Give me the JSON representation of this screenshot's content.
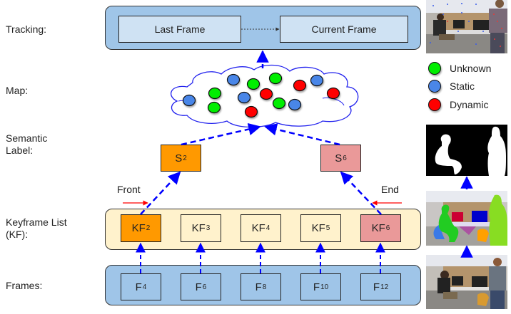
{
  "row_labels": {
    "tracking": "Tracking:",
    "map": "Map:",
    "semantic_line1": "Semantic",
    "semantic_line2": "Label:",
    "keyframe_line1": "Keyframe List",
    "keyframe_line2": "(KF):",
    "frames": "Frames:"
  },
  "tracking": {
    "last_frame": "Last Frame",
    "current_frame": "Current Frame"
  },
  "semantic": [
    {
      "base": "S",
      "sub": "2",
      "role": "front"
    },
    {
      "base": "S",
      "sub": "6",
      "role": "end"
    }
  ],
  "queue_markers": {
    "front": "Front",
    "end": "End"
  },
  "keyframes": [
    {
      "base": "KF",
      "sub": "2",
      "role": "front"
    },
    {
      "base": "KF",
      "sub": "3",
      "role": "plain"
    },
    {
      "base": "KF",
      "sub": "4",
      "role": "plain"
    },
    {
      "base": "KF",
      "sub": "5",
      "role": "plain"
    },
    {
      "base": "KF",
      "sub": "6",
      "role": "end"
    }
  ],
  "frames": [
    {
      "base": "F",
      "sub": "4"
    },
    {
      "base": "F",
      "sub": "6"
    },
    {
      "base": "F",
      "sub": "8"
    },
    {
      "base": "F",
      "sub": "10"
    },
    {
      "base": "F",
      "sub": "12"
    }
  ],
  "legend": [
    {
      "label": "Unknown",
      "color": "#00ee00"
    },
    {
      "label": "Static",
      "color": "#4a86e8"
    },
    {
      "label": "Dynamic",
      "color": "#ff0000"
    }
  ],
  "map_points": [
    "static",
    "unknown",
    "unknown",
    "static",
    "unknown",
    "static",
    "dynamic",
    "dynamic",
    "unknown",
    "dynamic",
    "unknown",
    "static",
    "static",
    "dynamic"
  ],
  "colors": {
    "unknown": "#00ee00",
    "static": "#4a86e8",
    "dynamic": "#ff0000",
    "arrow": "#0000ff",
    "queue_arrow": "#ff0000",
    "front_highlight": "#ff9900",
    "end_highlight": "#ea9999"
  },
  "images": {
    "tracking_frame": "Tracking frame with feature points",
    "semantic_mask": "Binary person mask",
    "segmentation": "Semantic segmentation overlay",
    "raw_frame": "Raw input frame"
  }
}
